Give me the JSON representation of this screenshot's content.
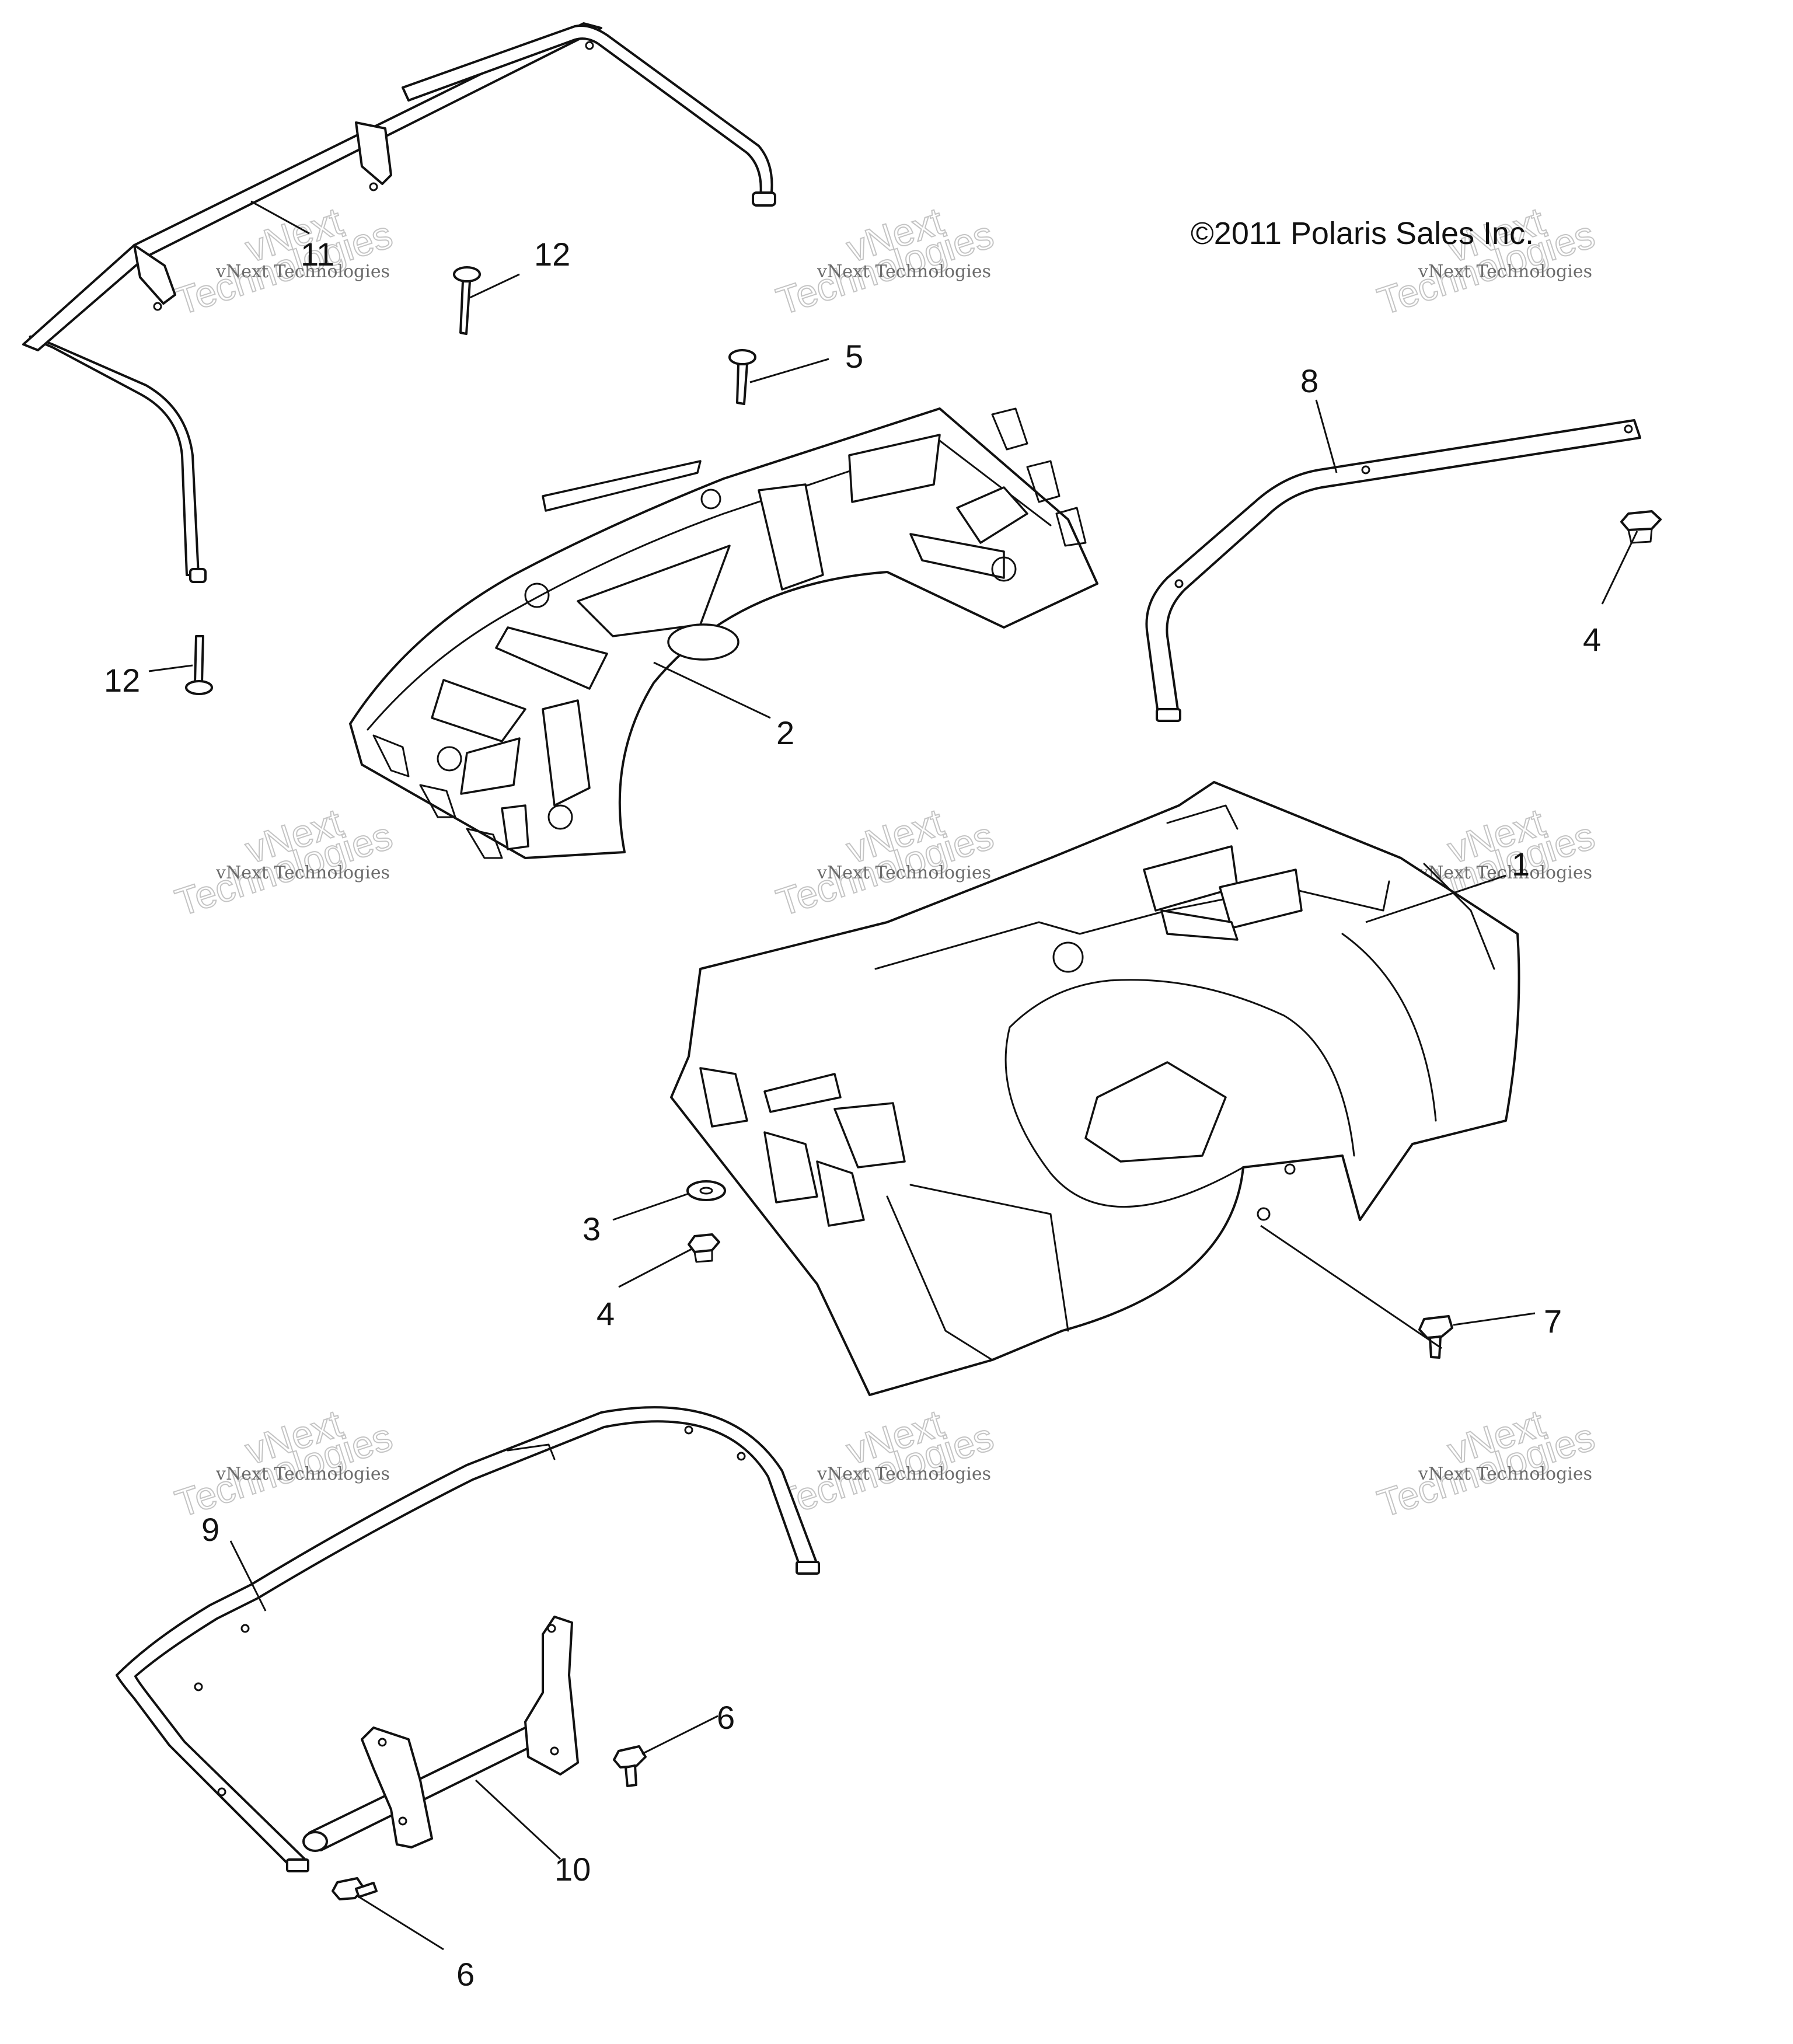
{
  "copyright": "©2011 Polaris Sales Inc.",
  "watermark": {
    "line1": "vNext Technologies",
    "line2": "Technologies",
    "line3": "vNext"
  },
  "callouts": {
    "p1": "1",
    "p2": "2",
    "p3": "3",
    "p4a": "4",
    "p4b": "4",
    "p5": "5",
    "p6a": "6",
    "p6b": "6",
    "p7": "7",
    "p8": "8",
    "p9": "9",
    "p10": "10",
    "p11": "11",
    "p12a": "12",
    "p12b": "12"
  }
}
